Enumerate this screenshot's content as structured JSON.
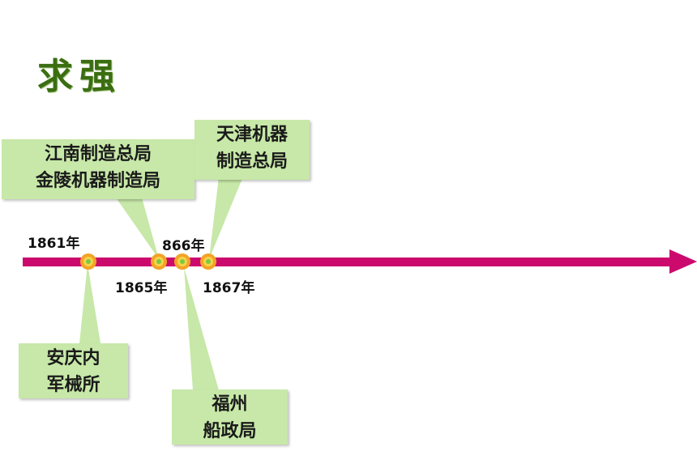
{
  "title": "求强",
  "colors": {
    "axis": "#cc0a6e",
    "box_fill": "#c7e8a8",
    "title": "#3b6e12",
    "marker_outer": "#f2a427",
    "marker_inner": "#7ac943"
  },
  "years": {
    "y1861": "1861年",
    "y1865": "1865年",
    "y1866": "866年",
    "y1867": "1867年"
  },
  "boxes": {
    "jiangnan": "江南制造总局\n金陵机器制造局",
    "tianjin": "天津机器\n制造总局",
    "anqing": "安庆内\n军械所",
    "fuzhou": "福州\n船政局"
  }
}
